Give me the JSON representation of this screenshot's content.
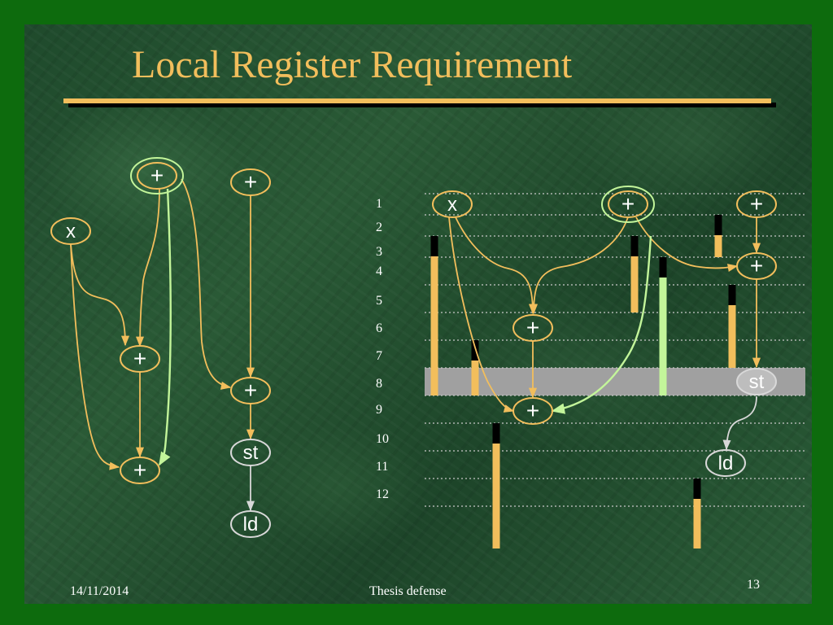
{
  "slide": {
    "title": "Local Register Requirement",
    "footer": {
      "date": "14/11/2014",
      "center": "Thesis defense",
      "page": "13"
    }
  },
  "colors": {
    "background": "#0d6b0d",
    "title": "#f2be5c",
    "edge": "#f2be5c",
    "highlight_edge": "#c3f59a",
    "node_stroke": "#f2be5c",
    "memory_node_stroke": "#d8d8d8",
    "lifetime_bar": "#f2be5c",
    "highlight_bar": "#c3f59a",
    "bar_head": "#000000",
    "highlight_row": "#a0a0a0",
    "grid_line": "#c8c8c8"
  },
  "left_graph": {
    "nodes": [
      {
        "id": "L1",
        "label": "+",
        "ring": true
      },
      {
        "id": "L2",
        "label": "x"
      },
      {
        "id": "L3",
        "label": "+"
      },
      {
        "id": "L4",
        "label": "+"
      },
      {
        "id": "L5",
        "label": "+"
      },
      {
        "id": "L6",
        "label": "+"
      },
      {
        "id": "L7",
        "label": "st",
        "memory": true
      },
      {
        "id": "L8",
        "label": "ld",
        "memory": true
      }
    ],
    "edges": [
      {
        "from": "L2",
        "to": "L4"
      },
      {
        "from": "L2",
        "to": "L5"
      },
      {
        "from": "L1",
        "to": "L4"
      },
      {
        "from": "L1",
        "to": "L5",
        "highlight": true
      },
      {
        "from": "L1",
        "to": "L6"
      },
      {
        "from": "L4",
        "to": "L5"
      },
      {
        "from": "L3",
        "to": "L6"
      },
      {
        "from": "L6",
        "to": "L7"
      },
      {
        "from": "L7",
        "to": "L8",
        "memory": true
      }
    ]
  },
  "schedule": {
    "row_labels": [
      "1",
      "2",
      "3",
      "4",
      "5",
      "6",
      "7",
      "8",
      "9",
      "10",
      "11",
      "12"
    ],
    "highlight_row": 8,
    "nodes": [
      {
        "id": "R1",
        "label": "x",
        "row": 1
      },
      {
        "id": "R2",
        "label": "+",
        "row": 1,
        "ring": true
      },
      {
        "id": "R3",
        "label": "+",
        "row": 1
      },
      {
        "id": "R4",
        "label": "+",
        "row": 4
      },
      {
        "id": "R5",
        "label": "+",
        "row": 6
      },
      {
        "id": "R6",
        "label": "st",
        "row": 8,
        "memory": true
      },
      {
        "id": "R7",
        "label": "+",
        "row": 9
      },
      {
        "id": "R8",
        "label": "ld",
        "row": 11,
        "memory": true
      }
    ],
    "edges": [
      {
        "from": "R1",
        "to": "R5"
      },
      {
        "from": "R1",
        "to": "R7"
      },
      {
        "from": "R2",
        "to": "R5"
      },
      {
        "from": "R2",
        "to": "R4"
      },
      {
        "from": "R2",
        "to": "R7",
        "highlight": true
      },
      {
        "from": "R3",
        "to": "R4"
      },
      {
        "from": "R5",
        "to": "R7"
      },
      {
        "from": "R4",
        "to": "R6"
      },
      {
        "from": "R6",
        "to": "R8",
        "memory": true
      }
    ],
    "lifetimes": [
      {
        "from_row": 3,
        "to_row": 9
      },
      {
        "from_row": 7,
        "to_row": 9
      },
      {
        "from_row": 10,
        "to_row": 13
      },
      {
        "from_row": 3,
        "to_row": 6
      },
      {
        "from_row": 4,
        "to_row": 9,
        "highlight": true
      },
      {
        "from_row": 2,
        "to_row": 4
      },
      {
        "from_row": 5,
        "to_row": 8
      },
      {
        "from_row": 12,
        "to_row": 13
      }
    ]
  }
}
